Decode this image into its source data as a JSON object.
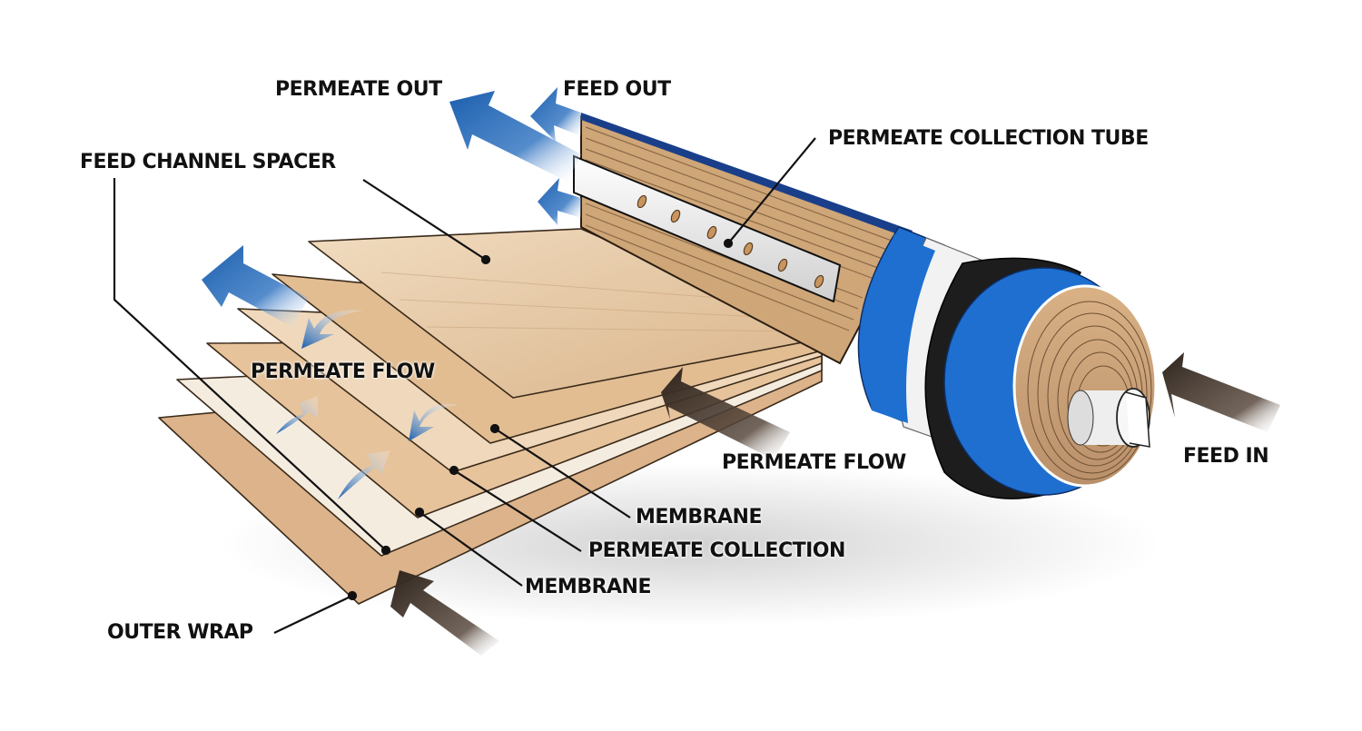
{
  "diagram": {
    "subject": "Spiral-wound reverse osmosis membrane element (cutaway)",
    "colors": {
      "sheet": "#e2bf95",
      "sheet_light": "#efdcc3",
      "sheet_edge": "#3a2a1a",
      "tube_blue": "#1f6fd1",
      "tube_dark_blue": "#1a3f8a",
      "band_white": "#f2f2f2",
      "band_black": "#1d1d1d",
      "flow_arrow_blue": "#1b5fae",
      "feed_arrow_dark": "#2e241d",
      "label_text": "#111111"
    },
    "labels": {
      "permeate_out": "PERMEATE OUT",
      "feed_out": "FEED OUT",
      "permeate_collection_tube": "PERMEATE COLLECTION TUBE",
      "feed_channel_spacer": "FEED CHANNEL SPACER",
      "permeate_flow_left": "PERMEATE FLOW",
      "permeate_flow_right": "PERMEATE FLOW",
      "feed_in": "FEED IN",
      "membrane_top": "MEMBRANE",
      "permeate_collection": "PERMEATE COLLECTION",
      "membrane_bottom": "MEMBRANE",
      "outer_wrap": "OUTER WRAP"
    },
    "flows": [
      {
        "name": "permeate-out",
        "color": "blue",
        "direction": "out"
      },
      {
        "name": "feed-out",
        "color": "blue",
        "direction": "out"
      },
      {
        "name": "permeate-flow",
        "color": "blue",
        "direction": "into layers"
      },
      {
        "name": "feed-in",
        "color": "dark",
        "direction": "in"
      }
    ]
  }
}
